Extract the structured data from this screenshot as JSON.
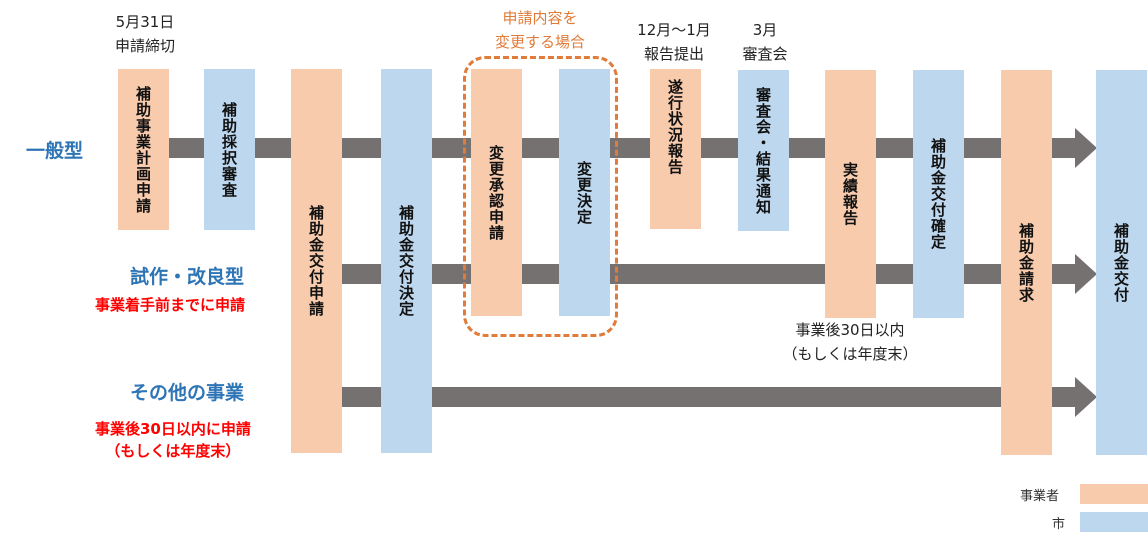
{
  "rows": [
    {
      "label": "一般型"
    },
    {
      "label": "試作・改良型",
      "note": "事業着手前までに申請"
    },
    {
      "label": "その他の事業",
      "note_lines": [
        "事業後30日以内に申請",
        "（もしくは年度末）"
      ]
    }
  ],
  "top_notes": {
    "deadline": [
      "5月31日",
      "申請締切"
    ],
    "change": [
      "申請内容を",
      "変更する場合"
    ],
    "report": [
      "12月～1月",
      "報告提出"
    ],
    "review": [
      "3月",
      "審査会"
    ]
  },
  "bottom_note": [
    "事業後30日以内",
    "（もしくは年度末）"
  ],
  "steps": [
    {
      "label": "補助事業計画申請",
      "actor": "事業者"
    },
    {
      "label": "補助採択審査",
      "actor": "市"
    },
    {
      "label": "補助金交付申請",
      "actor": "事業者"
    },
    {
      "label": "補助金交付決定",
      "actor": "市"
    },
    {
      "label": "変更承認申請",
      "actor": "事業者"
    },
    {
      "label": "変更決定",
      "actor": "市"
    },
    {
      "label": "遂行状況報告",
      "actor": "事業者"
    },
    {
      "label": "審査会・結果通知",
      "actor": "市"
    },
    {
      "label": "実績報告",
      "actor": "事業者"
    },
    {
      "label": "補助金交付確定",
      "actor": "市"
    },
    {
      "label": "補助金請求",
      "actor": "事業者"
    },
    {
      "label": "補助金交付",
      "actor": "市"
    }
  ],
  "legend": [
    {
      "label": "事業者",
      "color": "#F8CBAD"
    },
    {
      "label": "市",
      "color": "#BDD7EE"
    }
  ],
  "colors": {
    "arrow": "#767171",
    "row_label": "#2E75B6",
    "note_red": "#FF0000",
    "change_frame": "#E07B39"
  }
}
